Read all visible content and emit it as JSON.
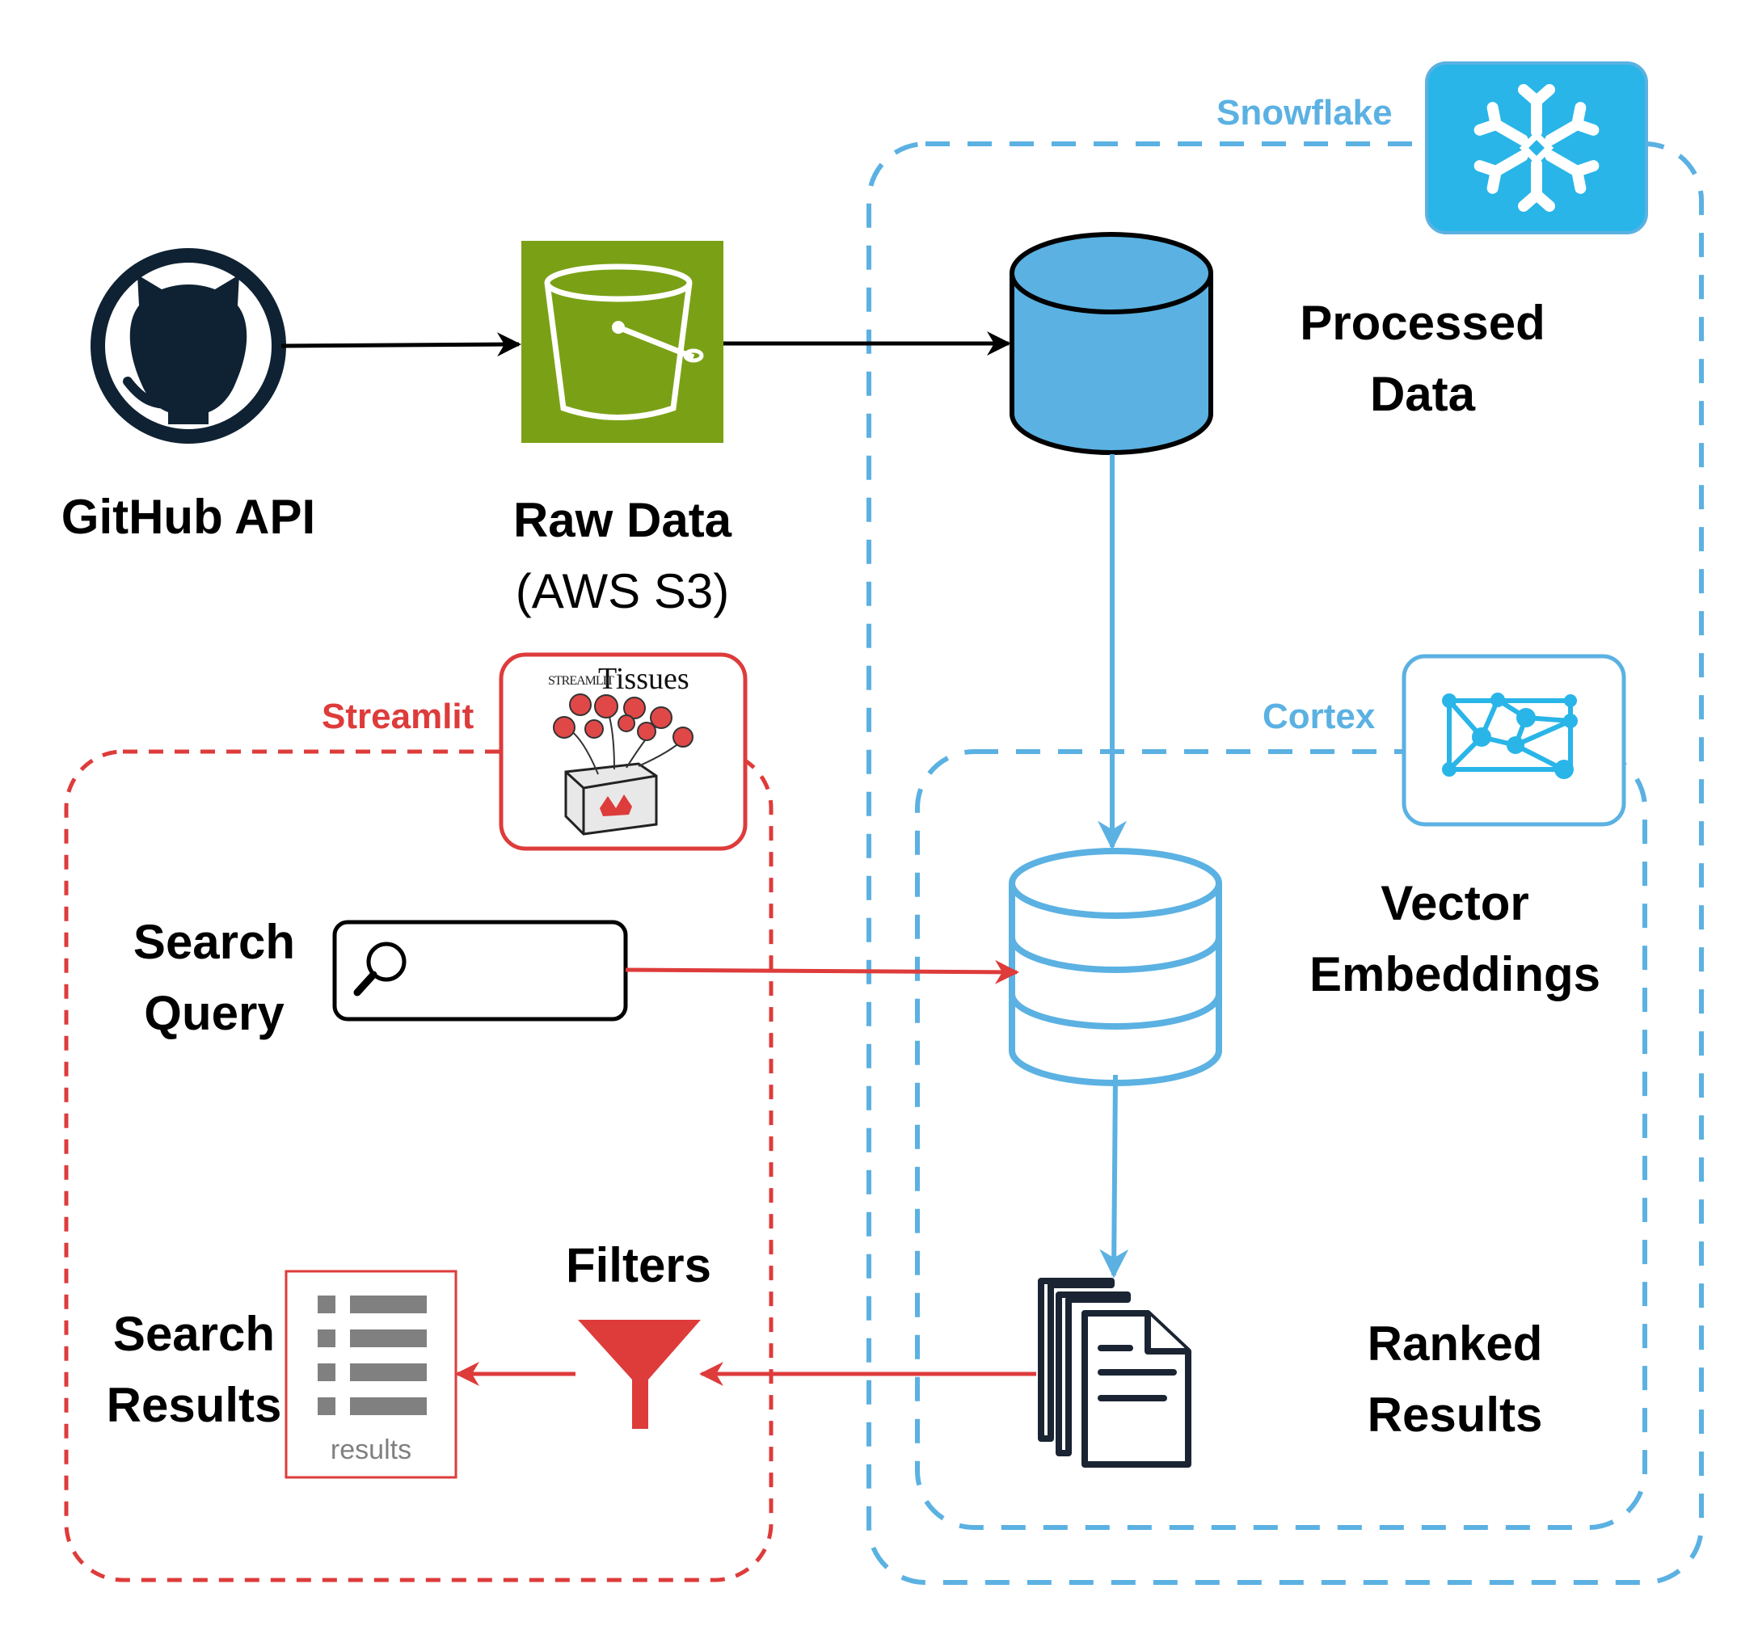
{
  "groups": {
    "snowflake": {
      "label": "Snowflake",
      "color": "#5bb1e2"
    },
    "cortex": {
      "label": "Cortex",
      "color": "#5bb1e2"
    },
    "streamlit": {
      "label": "Streamlit",
      "color": "#de3b3b"
    }
  },
  "nodes": {
    "github": {
      "label": "GitHub API"
    },
    "raw": {
      "label_line1": "Raw Data",
      "label_line2": "(AWS S3)"
    },
    "processed": {
      "label_line1": "Processed",
      "label_line2": "Data"
    },
    "vector": {
      "label_line1": "Vector",
      "label_line2": "Embeddings"
    },
    "ranked": {
      "label_line1": "Ranked",
      "label_line2": "Results"
    },
    "search_query": {
      "label_line1": "Search",
      "label_line2": "Query"
    },
    "filters": {
      "label": "Filters"
    },
    "search_results": {
      "label_line1": "Search",
      "label_line2": "Results",
      "icon_caption": "results"
    }
  },
  "logos": {
    "tissues": {
      "small_text": "STREAMLIT",
      "title": "Tissues"
    }
  },
  "colors": {
    "s3_green": "#7aa116",
    "snowflake_blue": "#29b5e8",
    "db_blue": "#5bb1e2",
    "arrow_red": "#de3b3b",
    "dark": "#0f2233"
  }
}
